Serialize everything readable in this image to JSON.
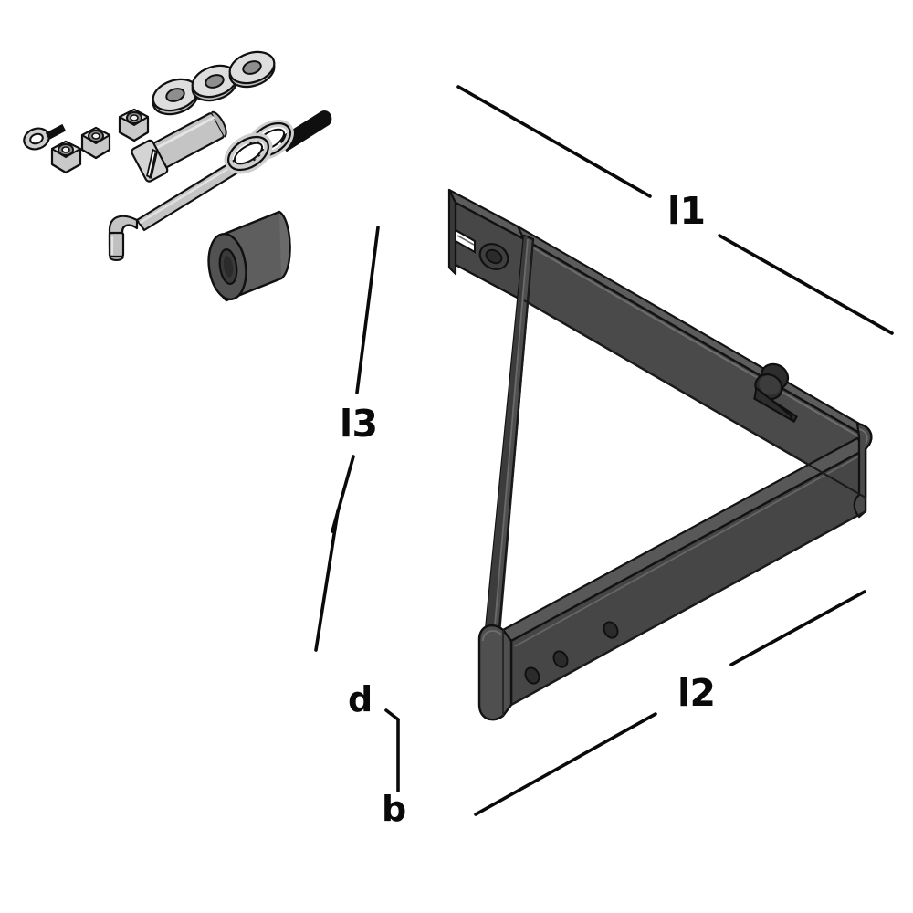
{
  "diagram": {
    "title": "Triangular shelf bracket technical drawing",
    "background_color": "#ffffff",
    "dimension_labels": [
      {
        "id": "l1",
        "text": "l1",
        "meaning": "length of upper horizontal arm"
      },
      {
        "id": "l2",
        "text": "l2",
        "meaning": "length of lower diagonal arm"
      },
      {
        "id": "l3",
        "text": "l3",
        "meaning": "overall vertical height"
      },
      {
        "id": "d",
        "text": "d",
        "meaning": "material thickness"
      },
      {
        "id": "b",
        "text": "b",
        "meaning": "profile width"
      }
    ],
    "colors": {
      "metal_face": "#4a4a4a",
      "metal_side": "#3c3c3c",
      "metal_top": "#585858",
      "metal_dark": "#2e2e2e",
      "outline": "#121212",
      "hardware_light": "#c9c9c9",
      "hardware_mid": "#a8a8a8",
      "hardware_shadow": "#8c8c8c",
      "rubber": "#5e5e5e",
      "black_part": "#101010",
      "label_color": "#0a0a0a"
    },
    "bracket": {
      "name": "triangular-shelf-bracket",
      "features": [
        "top mounting plate with notch",
        "round mounting hole with raised boss",
        "keyhole slot on upper arm",
        "diagonal brace strut",
        "three small holes on lower arm",
        "rounded corner end caps"
      ],
      "hole_count_lower_arm": 3,
      "keyhole_count": 1,
      "round_hole_count": 1
    },
    "hardware": [
      {
        "name": "eye-bolt",
        "label": "eye bolt with black threaded shaft"
      },
      {
        "name": "hex-nut-1",
        "label": "nylon lock nut"
      },
      {
        "name": "hex-nut-2",
        "label": "nylon lock nut"
      },
      {
        "name": "hex-nut-3",
        "label": "nylon lock nut"
      },
      {
        "name": "washer-1",
        "label": "flat washer"
      },
      {
        "name": "washer-2",
        "label": "flat washer"
      },
      {
        "name": "washer-3",
        "label": "flat washer"
      },
      {
        "name": "slotted-screw",
        "label": "slotted cheese-head screw"
      },
      {
        "name": "hex-key",
        "label": "allen hex key"
      },
      {
        "name": "chain-links",
        "label": "interlocking chain links with black rod"
      },
      {
        "name": "rubber-spacer",
        "label": "rubber spacer bushing"
      }
    ]
  }
}
